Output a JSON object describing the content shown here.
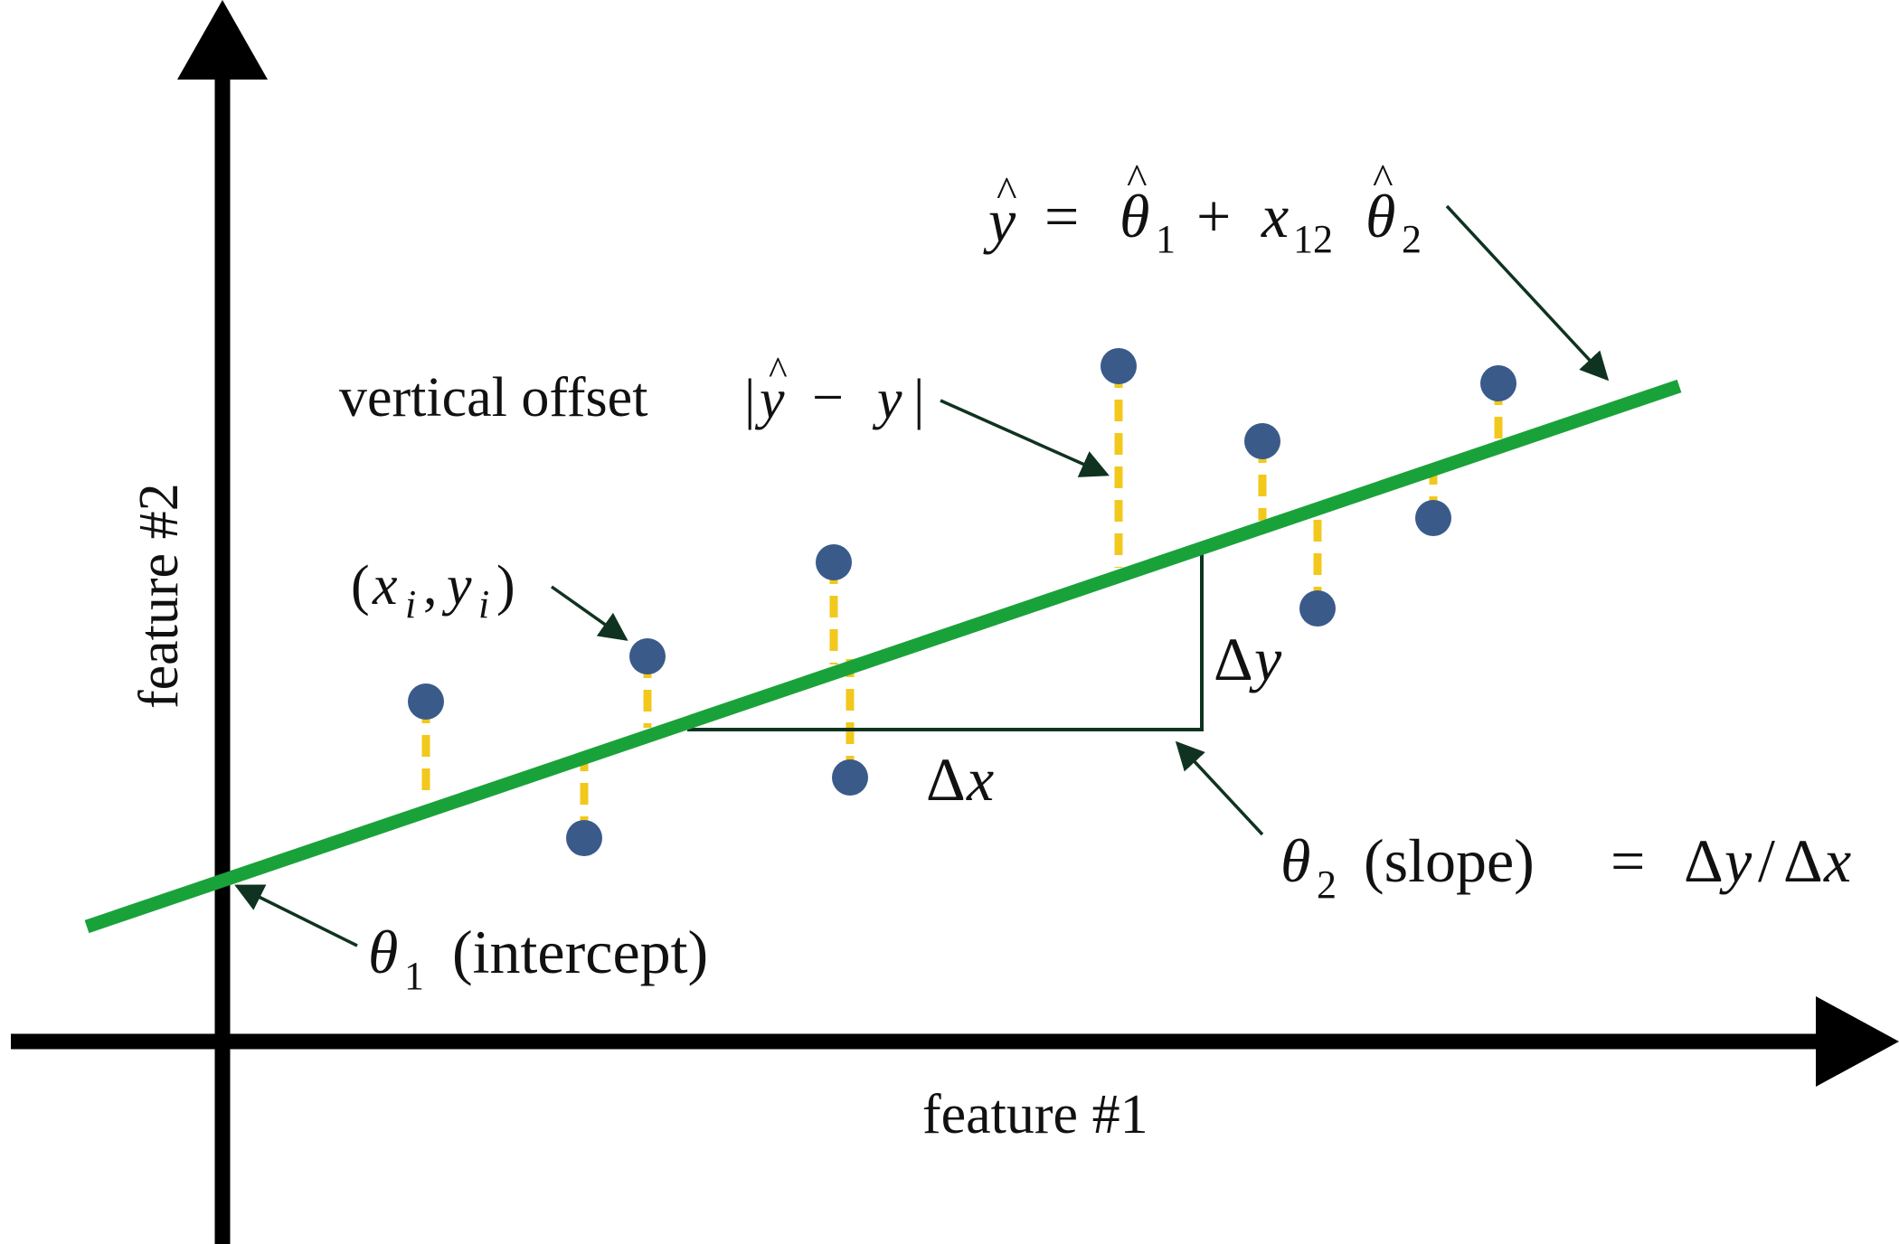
{
  "colors": {
    "axis": "#000000",
    "regression_line": "#1aa23a",
    "points": "#3a5a8a",
    "offsets": "#f2c81c",
    "annotation_arrows": "#0f3320"
  },
  "axes": {
    "x_label": "feature #1",
    "y_label": "feature #2"
  },
  "labels": {
    "equation": {
      "lhs": "y",
      "equals": "=",
      "theta": "θ",
      "sub1": "1",
      "plus": "+",
      "x": "x",
      "sub_x": "12",
      "sub2": "2",
      "hat": "^"
    },
    "vertical_offset": {
      "prefix": "vertical offset",
      "bar": "|",
      "y_hat": "y",
      "minus": "−",
      "y": "y",
      "hat": "^"
    },
    "data_point": {
      "open": "(",
      "x": "x",
      "i": "i",
      "comma": ",",
      "y": "y",
      "close": ")"
    },
    "delta_x": {
      "delta": "Δ",
      "var": "x"
    },
    "delta_y": {
      "delta": "Δ",
      "var": "y"
    },
    "slope": {
      "theta": "θ",
      "sub": "2",
      "text": "(slope)",
      "equals": "=",
      "delta": "Δ",
      "y": "y",
      "slash": "/",
      "x": "x"
    },
    "intercept": {
      "theta": "θ",
      "sub": "1",
      "text": "(intercept)"
    }
  },
  "data_points_count": 10
}
